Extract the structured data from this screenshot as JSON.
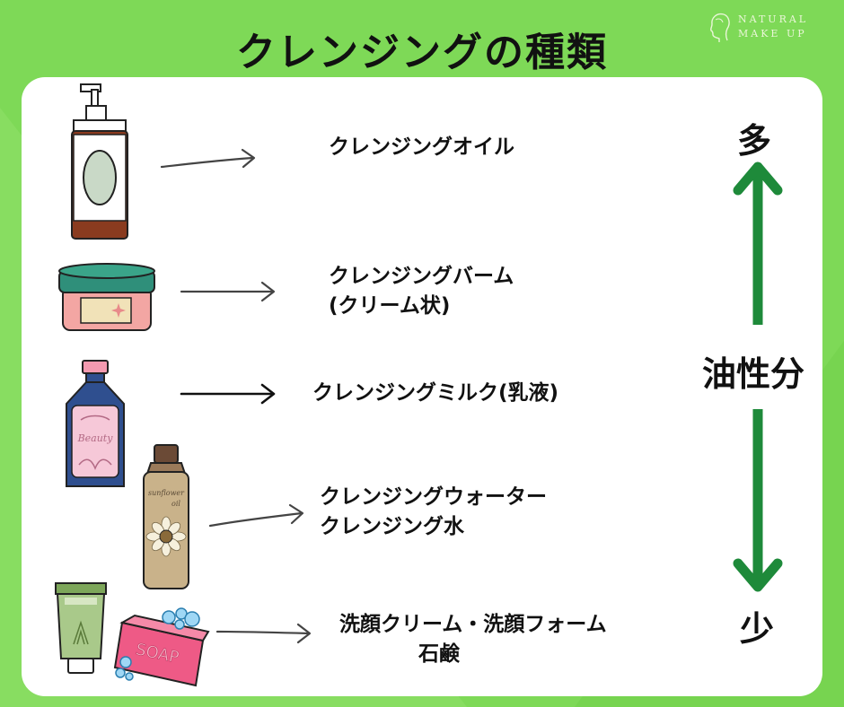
{
  "title": "クレンジングの種類",
  "logo": {
    "line1": "NATURAL",
    "line2": "MAKE UP"
  },
  "colors": {
    "background": "#7ed957",
    "card": "#ffffff",
    "axis_arrow": "#1e8a3a"
  },
  "types": [
    {
      "line1": "クレンジングオイル",
      "line2": ""
    },
    {
      "line1": "クレンジングバーム",
      "line2": "(クリーム状)"
    },
    {
      "line1": "クレンジングミルク(乳液)",
      "line2": ""
    },
    {
      "line1": "クレンジングウォーター",
      "line2": "クレンジング水"
    },
    {
      "line1": "洗顔クリーム・洗顔フォーム",
      "line2": "石鹸"
    }
  ],
  "axis": {
    "top": "多",
    "middle": "油性分",
    "bottom": "少"
  },
  "illustration_text": {
    "milk_bottle": "Beauty",
    "sunflower_bottle_line1": "sunflower",
    "sunflower_bottle_line2": "oil",
    "soap": "SOAP"
  }
}
